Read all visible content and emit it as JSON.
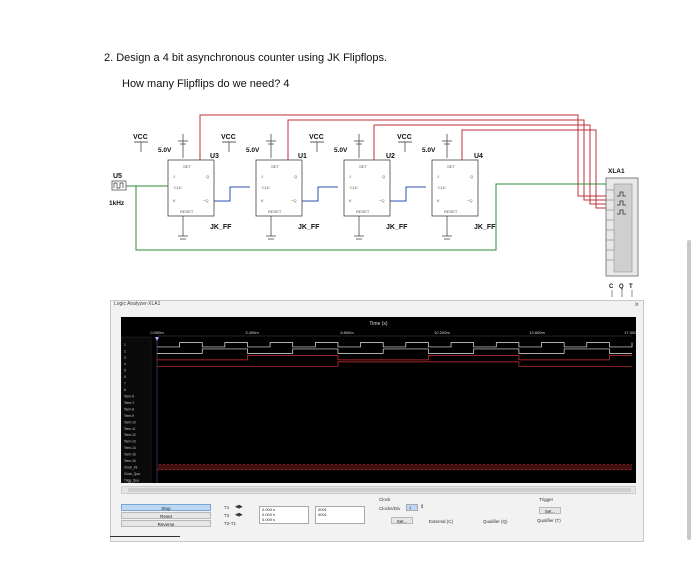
{
  "question": {
    "line1": "2.   Design a 4 bit asynchronous counter using JK Flipflops.",
    "line2": "How many Flipflips do we need? 4"
  },
  "schematic": {
    "clock_source": {
      "ref": "U5",
      "freq": "1kHz"
    },
    "flipflops": [
      {
        "ref": "U3",
        "vcc": "VCC",
        "volt": "5.0V",
        "type": "JK_FF"
      },
      {
        "ref": "U1",
        "vcc": "VCC",
        "volt": "5.0V",
        "type": "JK_FF"
      },
      {
        "ref": "U2",
        "vcc": "VCC",
        "volt": "5.0V",
        "type": "JK_FF"
      },
      {
        "ref": "U4",
        "vcc": "VCC",
        "volt": "5.0V",
        "type": "JK_FF"
      }
    ],
    "pins": {
      "set": "SET",
      "reset": "RESET",
      "j": "J",
      "k": "K",
      "clk": "CLK",
      "q": "Q",
      "qn": "~Q"
    },
    "analyzer": {
      "ref": "XLA1",
      "pins": [
        "C",
        "Q",
        "T"
      ]
    }
  },
  "logic_analyzer": {
    "title": "Logic Analyzer-XLA1",
    "close": "×",
    "time_label": "Time (s)",
    "time_ticks": [
      "0.000m",
      "3.400m",
      "6.800m",
      "10.200m",
      "13.600m",
      "17.000m"
    ],
    "channels": [
      "1",
      "2",
      "3",
      "4",
      "5",
      "6",
      "7",
      "8",
      "Term-9",
      "Term-Y",
      "Term-8",
      "Term-9",
      "Term-10",
      "Term-11",
      "Term-12",
      "Term-13",
      "Term-14",
      "Term-15",
      "Term-16",
      "Clock_Int",
      "Clock_Qua",
      "Trigg_Qua"
    ],
    "controls": {
      "stop": "Stop",
      "reset": "Reset",
      "reverse": "Reverse",
      "t1": "T1",
      "t2": "T2",
      "t2t1": "T2-T1",
      "t1_time": "0.000 s",
      "t2_time": "0.000 s",
      "t2t1_time": "0.000 s",
      "t1_val": "0001",
      "t2_val": "0001",
      "clock_group": "Clock",
      "clocks_div": "Clocks/Div",
      "clocks_div_val": "1",
      "set_clock": "Set...",
      "external": "External (C)",
      "qualifier_q": "Qualifier (Q)",
      "trigger_group": "Trigger",
      "set_trigger": "Set...",
      "qualifier_t": "Qualifier (T)"
    }
  },
  "colors": {
    "wire_red": "#c0303a",
    "wire_green": "#2e8b3e",
    "wire_blue": "#2d4fb0",
    "wave_white": "#e8e8e8",
    "wave_red": "#d23232",
    "plot_bg": "#000000"
  }
}
